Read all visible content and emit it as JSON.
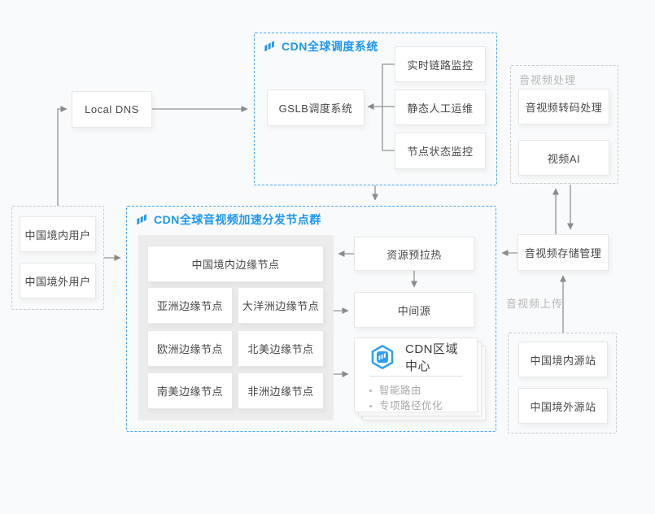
{
  "users_group": {
    "items": [
      "中国境内用户",
      "中国境外用户"
    ]
  },
  "local_dns": "Local DNS",
  "scheduling_group": {
    "title": "CDN全球调度系统",
    "gslb": "GSLB调度系统",
    "monitors": [
      "实时链路监控",
      "静态人工运维",
      "节点状态监控"
    ]
  },
  "node_group": {
    "title": "CDN全球音视频加速分发节点群",
    "china_edge": "中国境内边缘节点",
    "edge_nodes": [
      "亚洲边缘节点",
      "大洋洲边缘节点",
      "欧洲边缘节点",
      "北美边缘节点",
      "南美边缘节点",
      "非洲边缘节点"
    ],
    "prefetch": "资源预拉热",
    "mid_source": "中间源",
    "region_center": {
      "title": "CDN区域中心",
      "features": [
        "智能路由",
        "专项路径优化"
      ]
    }
  },
  "av_processing_group": {
    "title": "音视频处理",
    "items": [
      "音视频转码处理",
      "视频AI"
    ]
  },
  "storage": "音视频存储管理",
  "upload_label": "音视频上传",
  "origin_group": {
    "items": [
      "中国境内源站",
      "中国境外源站"
    ]
  },
  "colors": {
    "accent_blue": "#2b9ef3",
    "panel_gray": "#ececec",
    "arrow_gray": "#8f8f8f"
  }
}
